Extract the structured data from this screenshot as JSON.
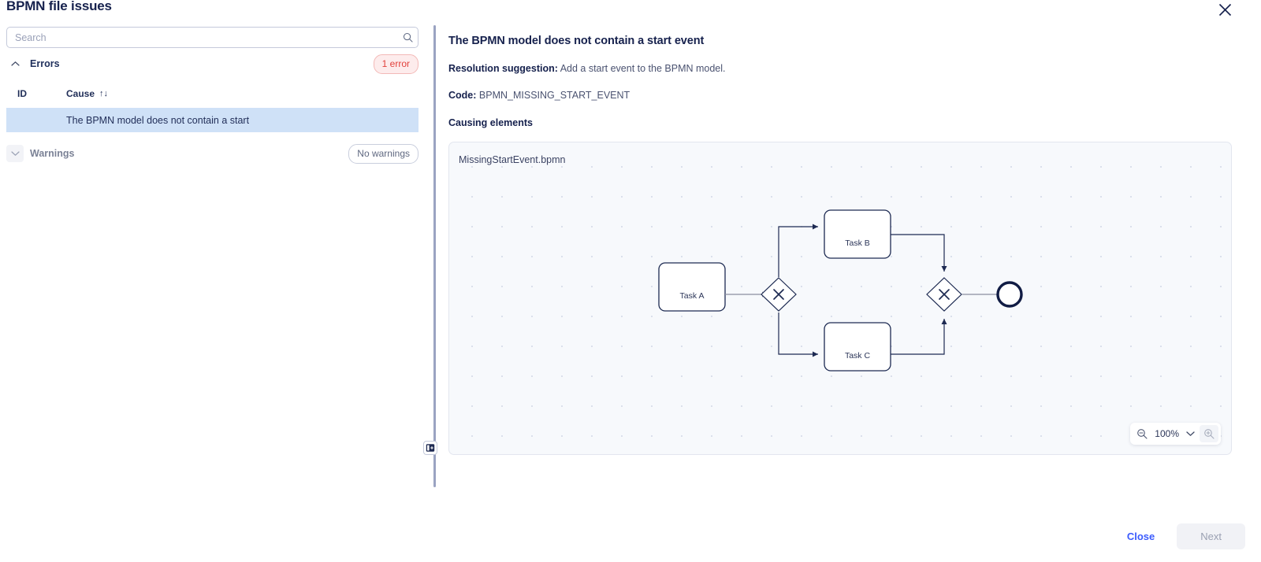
{
  "header": {
    "title": "BPMN file issues",
    "close_icon": "close-icon"
  },
  "sidebar": {
    "search": {
      "placeholder": "Search",
      "value": "",
      "icon": "search-icon"
    },
    "sections": [
      {
        "label": "Errors",
        "expanded": true,
        "chevron": "chevron-up-icon",
        "badge": "1 error",
        "badge_type": "error"
      },
      {
        "label": "Warnings",
        "expanded": false,
        "chevron": "chevron-down-icon",
        "badge": "No warnings",
        "badge_type": "none"
      }
    ],
    "table": {
      "columns": [
        "ID",
        "Cause"
      ],
      "sort_icon": "↑↓",
      "rows": [
        {
          "id": "",
          "cause": "The BPMN model does not contain a start",
          "selected": true
        }
      ]
    }
  },
  "divider": {
    "toggle_icon": "panel-collapse-icon"
  },
  "detail": {
    "title": "The BPMN model does not contain a start event",
    "resolution_label": "Resolution suggestion:",
    "resolution_value": "Add a start event to the BPMN model.",
    "code_label": "Code:",
    "code_value": "BPMN_MISSING_START_EVENT",
    "causing_elements_label": "Causing elements"
  },
  "canvas": {
    "file_name": "MissingStartEvent.bpmn",
    "zoom": {
      "zoom_out_icon": "zoom-out-icon",
      "level": "100%",
      "caret_icon": "chevron-down-icon",
      "zoom_in_icon": "zoom-in-icon"
    },
    "diagram": {
      "tasks": [
        "Task A",
        "Task B",
        "Task C"
      ],
      "gateways": [
        "exclusive-gateway-split",
        "exclusive-gateway-join"
      ],
      "events": [
        "end-event"
      ]
    }
  },
  "footer": {
    "close_label": "Close",
    "next_label": "Next"
  },
  "colors": {
    "accent": "#3b5bfd",
    "error": "#e2413c",
    "error_bg": "#fdecec",
    "selected_row": "#cfe1f7",
    "text": "#16214d",
    "canvas_bg": "#f7f9fc",
    "shape_stroke": "#1d2a52"
  }
}
